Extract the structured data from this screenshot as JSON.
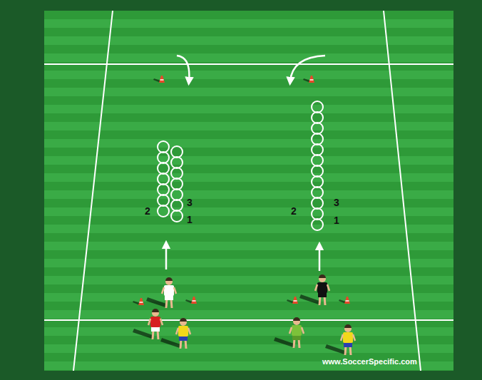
{
  "diagram": {
    "labels": [
      "2",
      "3",
      "1",
      "2",
      "3",
      "1",
      "www.SoccerSpecific.com"
    ]
  }
}
